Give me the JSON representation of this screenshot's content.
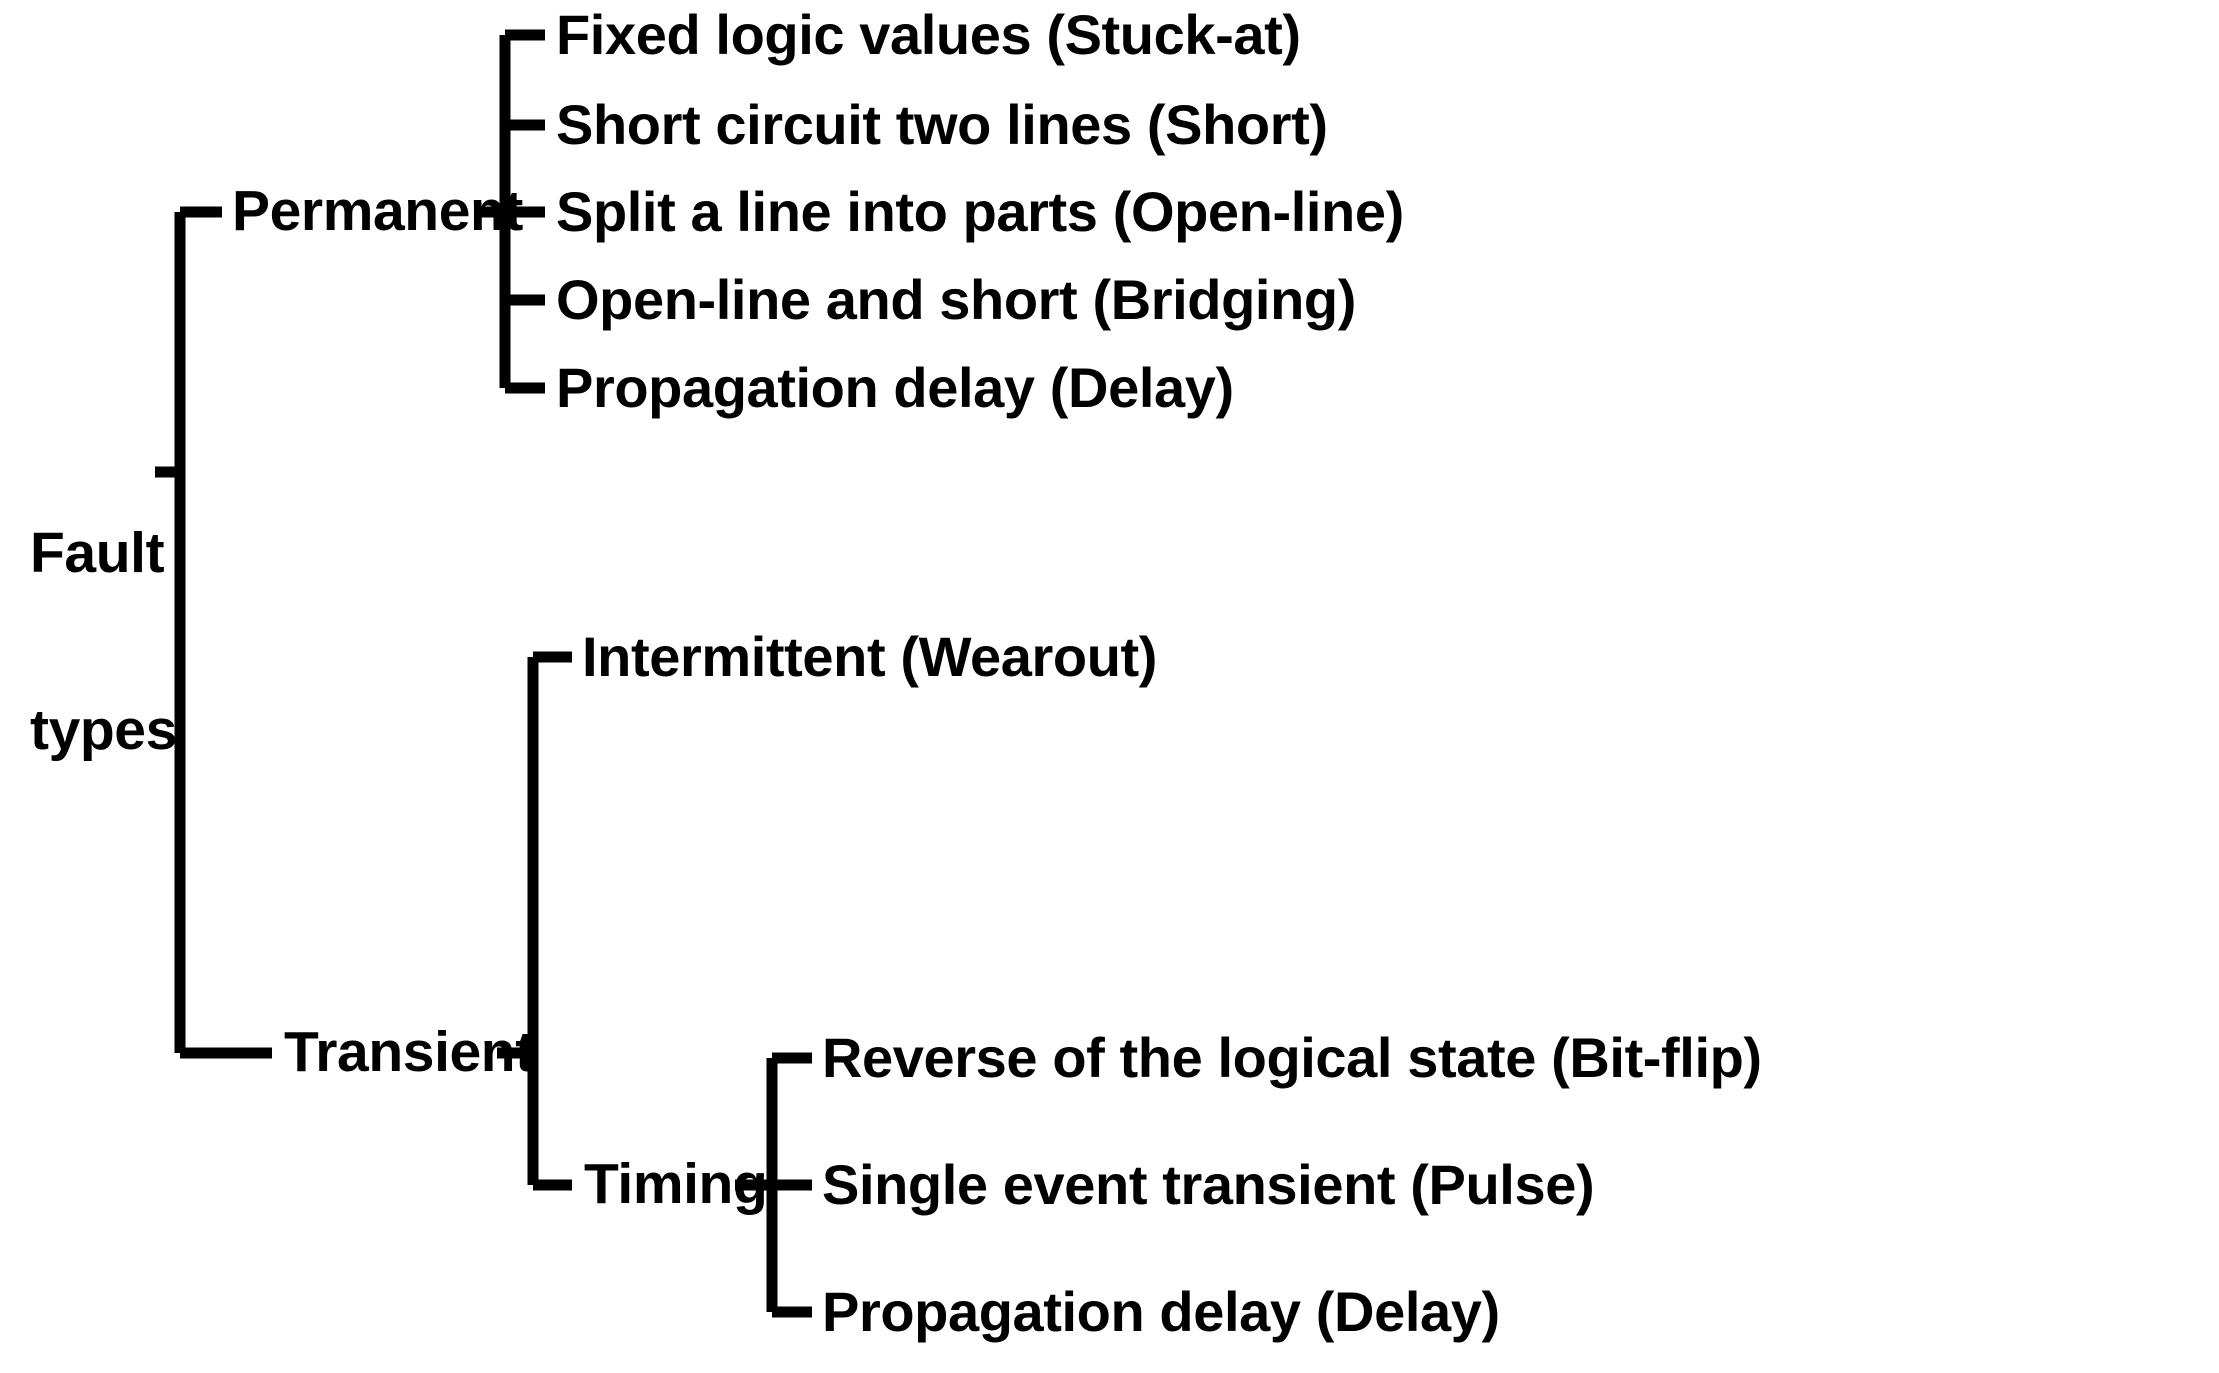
{
  "diagram": {
    "title": "Fault types taxonomy",
    "line_color": "#000000",
    "text_color": "#000000",
    "background": "#ffffff",
    "root": {
      "label_line1": "Fault",
      "label_line2": "types"
    },
    "branches": [
      {
        "id": "permanent",
        "label": "Permanent",
        "children": [
          {
            "id": "stuck-at",
            "label": "Fixed logic values (Stuck-at)"
          },
          {
            "id": "short",
            "label": "Short circuit two lines (Short)"
          },
          {
            "id": "open-line",
            "label": "Split a line into parts (Open-line)"
          },
          {
            "id": "bridging",
            "label": "Open-line and short (Bridging)"
          },
          {
            "id": "delay",
            "label": "Propagation delay (Delay)"
          }
        ]
      },
      {
        "id": "transient",
        "label": "Transient",
        "children": [
          {
            "id": "intermittent",
            "label": "Intermittent (Wearout)"
          },
          {
            "id": "timing",
            "label": "Timing",
            "children": [
              {
                "id": "bit-flip",
                "label": "Reverse of the logical state (Bit-flip)"
              },
              {
                "id": "pulse",
                "label": "Single event transient (Pulse)"
              },
              {
                "id": "timing-delay",
                "label": "Propagation delay (Delay)"
              }
            ]
          }
        ]
      }
    ]
  }
}
